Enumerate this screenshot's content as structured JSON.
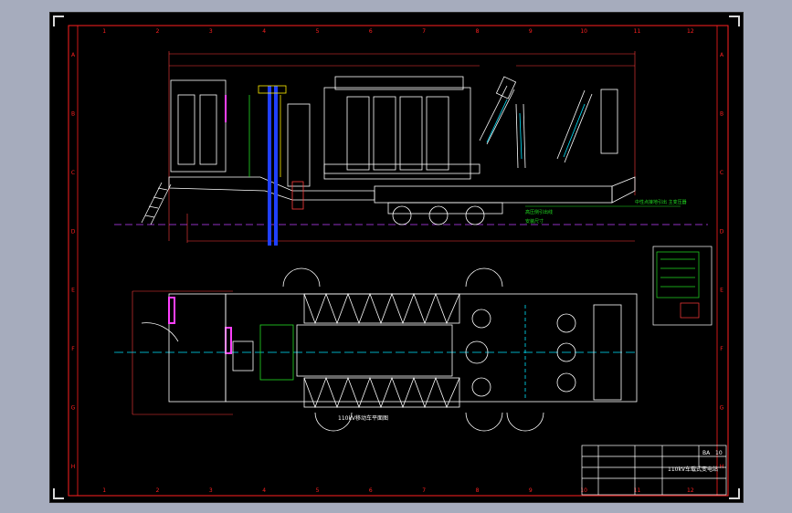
{
  "drawing": {
    "title_cn": "110kV车载式变电站",
    "plan_label": "110kV移动车平面图",
    "sheet_code": "BA",
    "sheet_no": "10",
    "grid_columns": [
      "1",
      "2",
      "3",
      "4",
      "5",
      "6",
      "7",
      "8",
      "9",
      "10",
      "11",
      "12"
    ],
    "grid_rows": [
      "A",
      "B",
      "C",
      "D",
      "E",
      "F",
      "G",
      "H"
    ],
    "annotations": [
      "中性点接地引出 主变压器",
      "高压侧引出线",
      "安装尺寸"
    ],
    "colors": {
      "frame": "#ff2020",
      "outline": "#ffffff",
      "dimension": "#ff3b3b",
      "centerline": "#c040ff",
      "cyan": "#00e5ff",
      "green": "#22dd22",
      "yellow": "#ffee00",
      "blue": "#2040ff",
      "magenta": "#ff40ff"
    }
  }
}
